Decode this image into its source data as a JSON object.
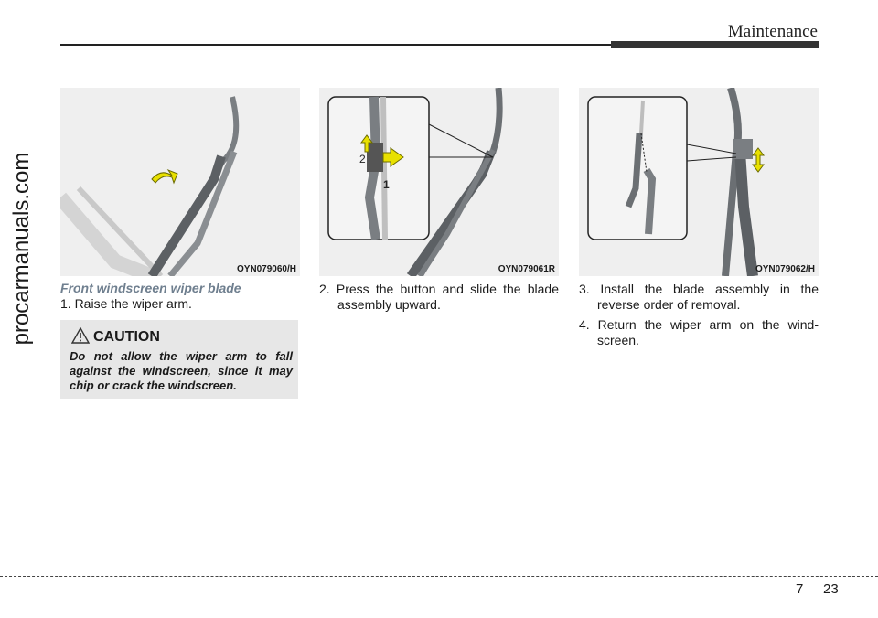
{
  "header": {
    "title": "Maintenance"
  },
  "watermark": {
    "text": "procarmanuals.com"
  },
  "figures": [
    {
      "code": "OYN079060/H",
      "step_labels": []
    },
    {
      "code": "OYN079061R",
      "step_labels": [
        "2",
        "1"
      ]
    },
    {
      "code": "OYN079062/H",
      "step_labels": []
    }
  ],
  "section": {
    "heading": "Front windscreen wiper blade"
  },
  "steps": {
    "s1": "1. Raise the wiper arm.",
    "s2": "2. Press the button and slide the blade assembly upward.",
    "s3": "3. Install the blade assembly in the reverse order of removal.",
    "s4": "4. Return the wiper arm on the wind- screen."
  },
  "caution": {
    "title": "CAUTION",
    "text": "Do not allow the wiper arm to fall against the windscreen, since it may chip or crack the windscreen."
  },
  "footer": {
    "chapter": "7",
    "page": "23"
  },
  "colors": {
    "heading": "#6f7f8f",
    "arrow": "#e8e000",
    "arm": "#6b6f73",
    "figure_bg": "#efefef",
    "caution_bg": "#e7e7e7"
  }
}
